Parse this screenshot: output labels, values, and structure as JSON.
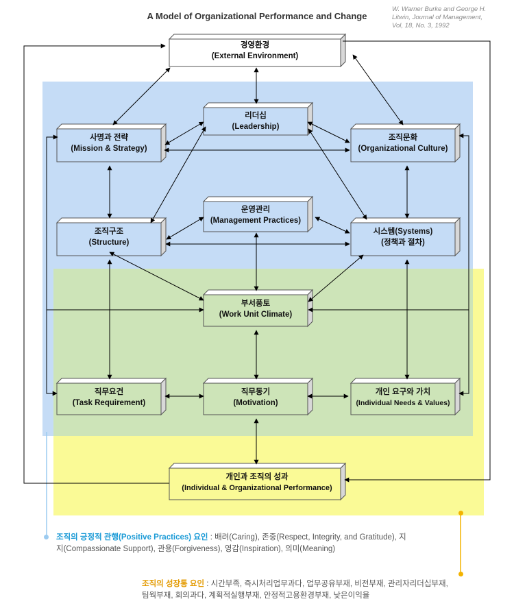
{
  "title": "A Model of Organizational Performance and Change",
  "citation": [
    "W. Warner Burke and George H.",
    "Litwin, Journal of Management,",
    "Vol, 18, No. 3, 1992"
  ],
  "boxes": {
    "external": {
      "ko": "경영환경",
      "en": "(External Environment)"
    },
    "leadership": {
      "ko": "리더십",
      "en": "(Leadership)"
    },
    "mission": {
      "ko": "사명과 전략",
      "en": "(Mission & Strategy)"
    },
    "culture": {
      "ko": "조직문화",
      "en": "(Organizational Culture)"
    },
    "management": {
      "ko": "운영관리",
      "en": "(Management Practices)"
    },
    "structure": {
      "ko": "조직구조",
      "en": "(Structure)"
    },
    "systems": {
      "ko": "시스템(Systems)",
      "en": "(정책과 절차)"
    },
    "climate": {
      "ko": "부서풍토",
      "en": "(Work Unit Climate)"
    },
    "task": {
      "ko": "직무요건",
      "en": "(Task Requirement)"
    },
    "motivation": {
      "ko": "직무동기",
      "en": "(Motivation)"
    },
    "needs": {
      "ko": "개인 요구와 가치",
      "en": "(Individual Needs & Values)"
    },
    "performance": {
      "ko": "개인과 조직의 성과",
      "en": "(Individual & Organizational Performance)"
    }
  },
  "legend": {
    "positive_head": "조직의 긍정적 관행(Positive Practices) 요인",
    "positive_body1": " : 배려(Caring), 존중(Respect, Integrity, and Gratitude), 지",
    "positive_body2": "지(Compassionate Support), 관용(Forgiveness), 영감(Inspiration), 의미(Meaning)",
    "pain_head": "조직의 성장통 요인",
    "pain_body1": " : 시간부족, 즉시처리업무과다, 업무공유부재, 비전부재, 관리자리더십부재,",
    "pain_body2": "팀웍부재, 회의과다, 계획적실행부재, 안정적고용환경부재, 낮은이익율"
  },
  "colors": {
    "blue_region": "#c5dcf6",
    "green_region": "#cde4b8",
    "yellow_region": "#fafa96",
    "positive_accent": "#1a9ad6",
    "pain_accent": "#e39a00"
  }
}
